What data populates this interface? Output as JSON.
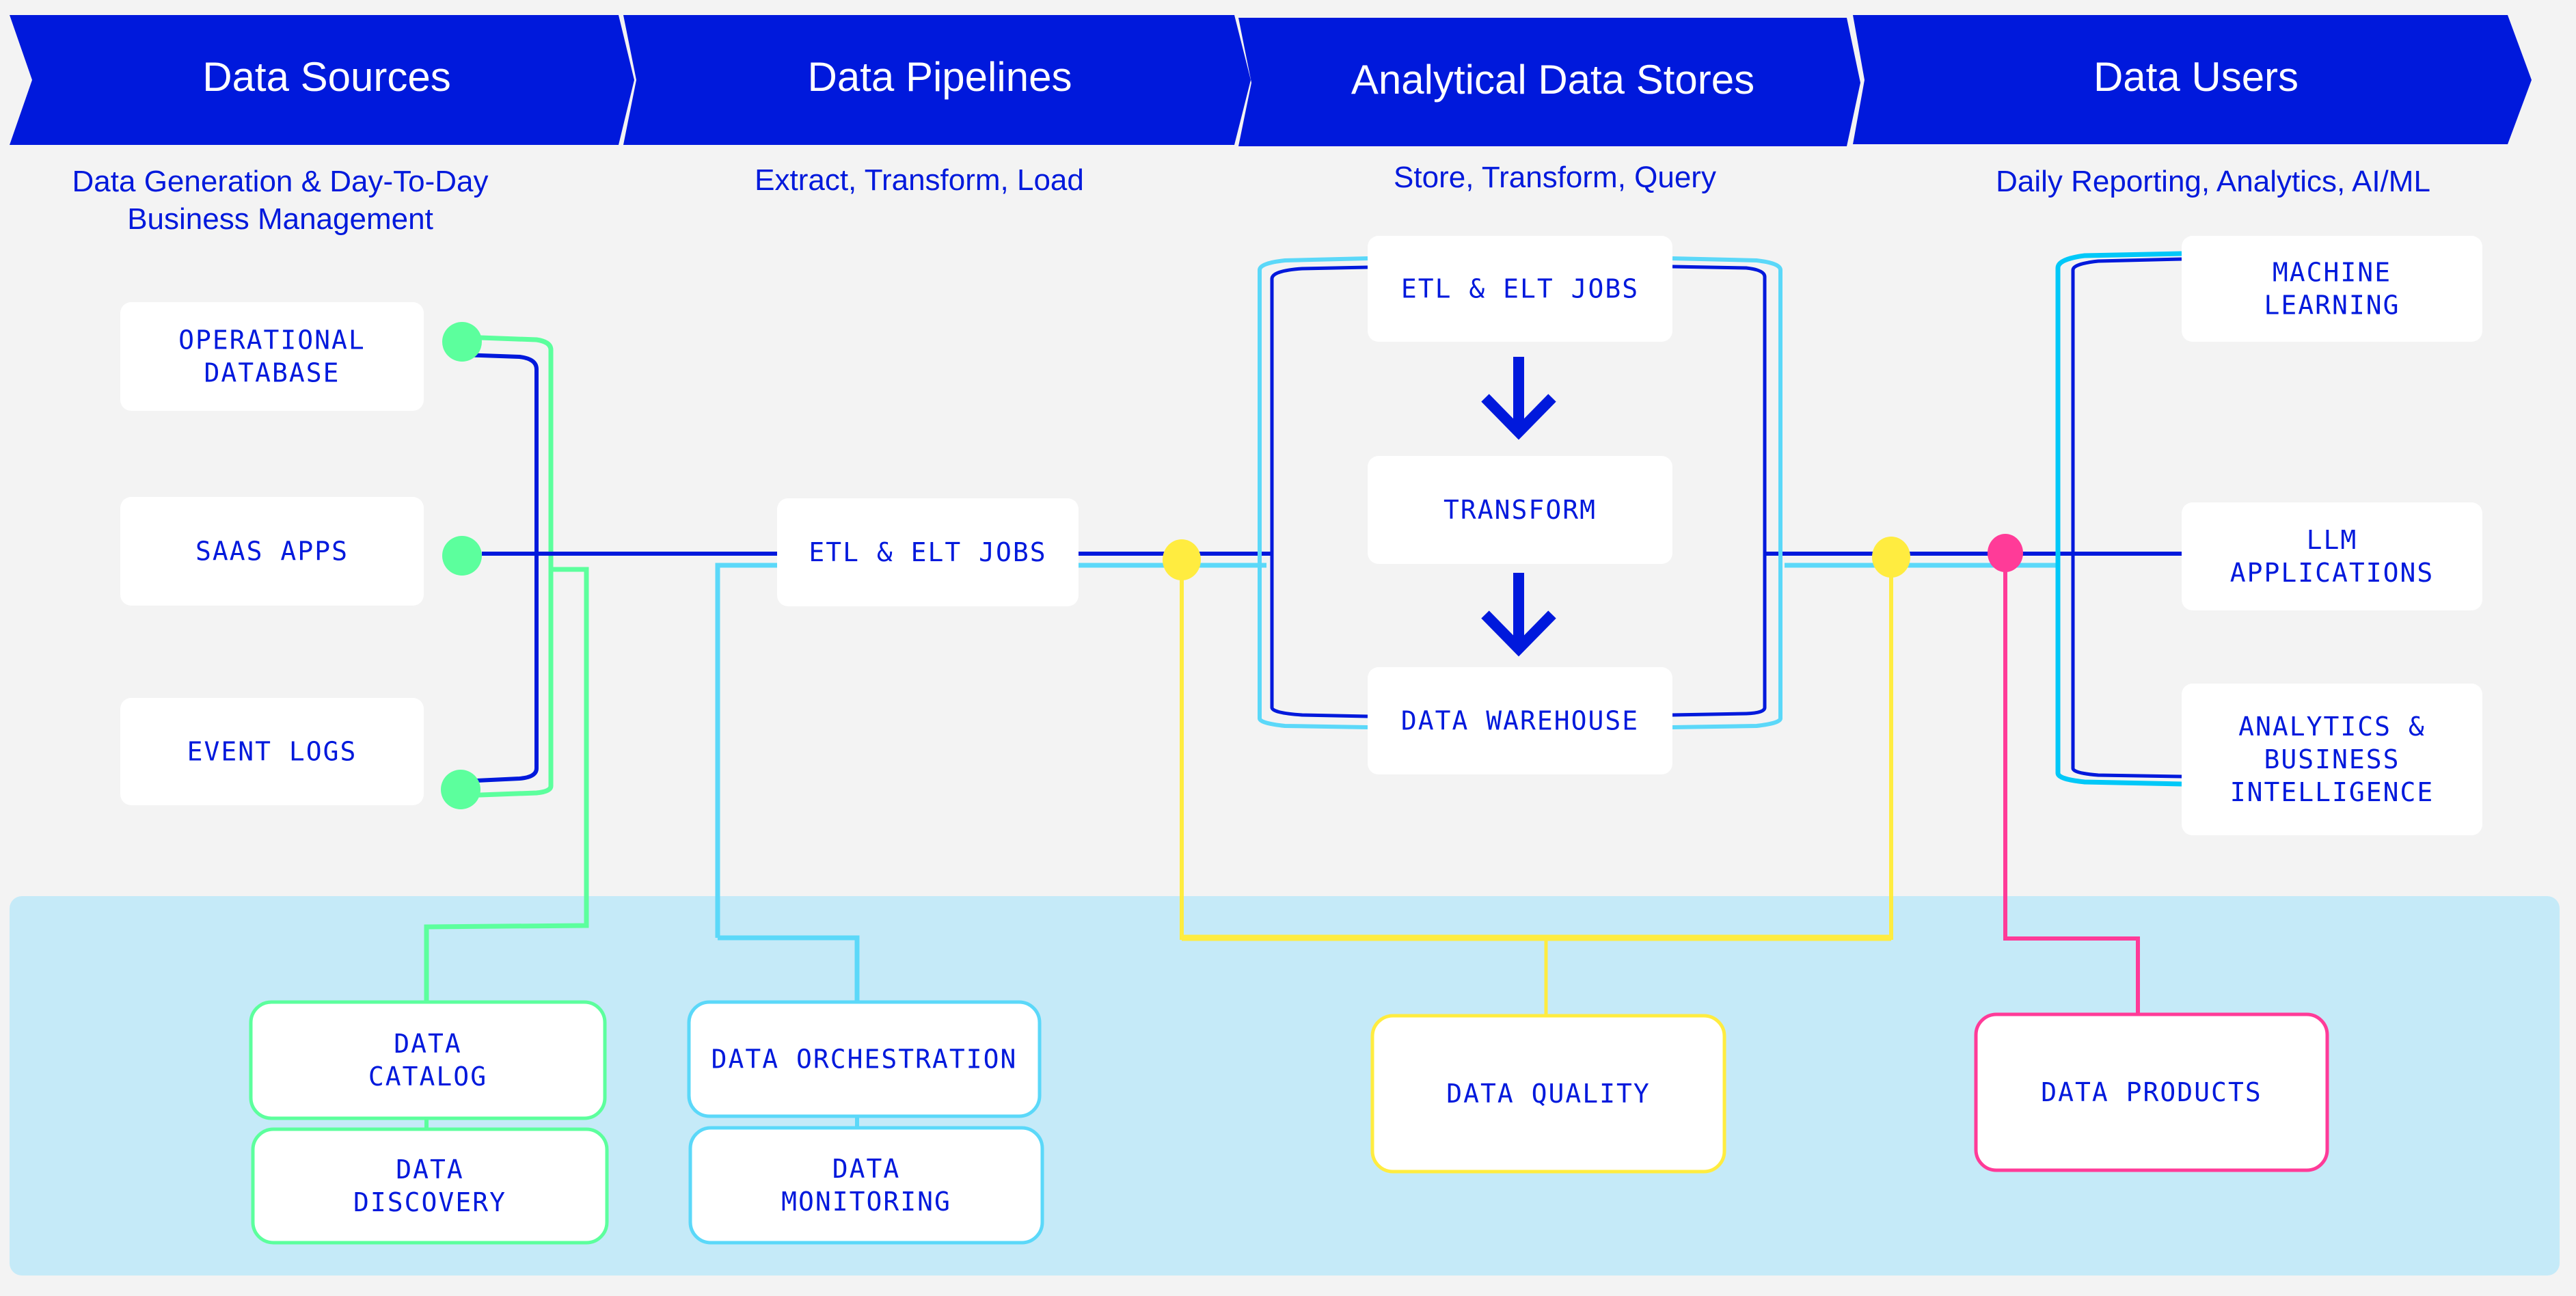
{
  "colors": {
    "background": "#f3f3f3",
    "primary_blue": "#0019dc",
    "header_fill": "#0019dc",
    "header_text": "#ffffff",
    "green": "#5cff9d",
    "cyan": "#5bd8f9",
    "cyan_bright": "#00c8f8",
    "yellow": "#ffec40",
    "pink": "#ff3b98",
    "panel": "#c5eaf8",
    "box": "#ffffff"
  },
  "stages": [
    {
      "title": "Data Sources",
      "subtitle_lines": [
        "Data Generation & Day-To-Day",
        "Business Management"
      ]
    },
    {
      "title": "Data Pipelines",
      "subtitle_lines": [
        "Extract, Transform, Load"
      ]
    },
    {
      "title": "Analytical Data Stores",
      "subtitle_lines": [
        "Store, Transform, Query"
      ]
    },
    {
      "title": "Data Users",
      "subtitle_lines": [
        "Daily Reporting, Analytics, AI/ML"
      ]
    }
  ],
  "sources": [
    {
      "lines": [
        "OPERATIONAL",
        "DATABASE"
      ]
    },
    {
      "lines": [
        "SAAS APPS"
      ]
    },
    {
      "lines": [
        "EVENT LOGS"
      ]
    }
  ],
  "pipeline": {
    "lines": [
      "ETL & ELT JOBS"
    ]
  },
  "stores": [
    {
      "lines": [
        "ETL & ELT JOBS"
      ]
    },
    {
      "lines": [
        "TRANSFORM"
      ]
    },
    {
      "lines": [
        "DATA WAREHOUSE"
      ]
    }
  ],
  "users": [
    {
      "lines": [
        "MACHINE",
        "LEARNING"
      ]
    },
    {
      "lines": [
        "LLM",
        "APPLICATIONS"
      ]
    },
    {
      "lines": [
        "ANALYTICS &",
        "BUSINESS",
        "INTELLIGENCE"
      ]
    }
  ],
  "governance": [
    {
      "lines": [
        "DATA",
        "CATALOG"
      ],
      "color": "green"
    },
    {
      "lines": [
        "DATA",
        "DISCOVERY"
      ],
      "color": "green"
    },
    {
      "lines": [
        "DATA ORCHESTRATION"
      ],
      "color": "cyan"
    },
    {
      "lines": [
        "DATA",
        "MONITORING"
      ],
      "color": "cyan"
    },
    {
      "lines": [
        "DATA QUALITY"
      ],
      "color": "yellow"
    },
    {
      "lines": [
        "DATA PRODUCTS"
      ],
      "color": "pink"
    }
  ]
}
